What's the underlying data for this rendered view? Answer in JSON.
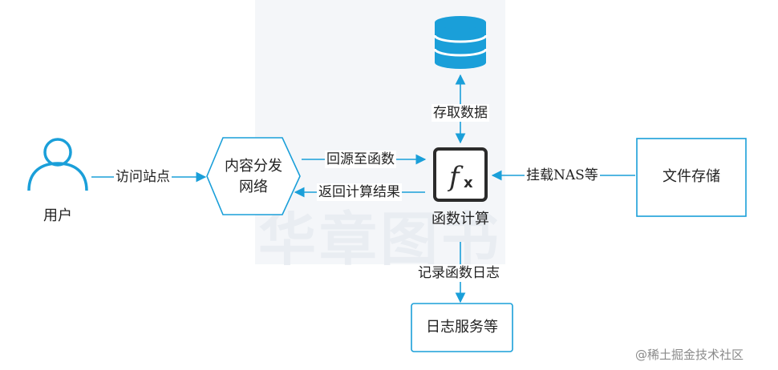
{
  "nodes": {
    "user": "用户",
    "cdn_line1": "内容分发",
    "cdn_line2": "网络",
    "function": "函数计算",
    "file_storage": "文件存储",
    "log_service": "日志服务等"
  },
  "edges": {
    "visit": "访问站点",
    "back_to_origin": "回源至函数",
    "return_result": "返回计算结果",
    "data_access": "存取数据",
    "mount_nas": "挂载NAS等",
    "log": "记录函数日志"
  },
  "icons": [
    "user-icon",
    "database-icon",
    "function-fx-icon"
  ],
  "watermark": {
    "brand": "华章图书"
  },
  "credit": "@稀土掘金技术社区",
  "colors": {
    "accent": "#1a9fd9",
    "icon_dark": "#2b2b2b",
    "watermark": "#eef1f5"
  }
}
